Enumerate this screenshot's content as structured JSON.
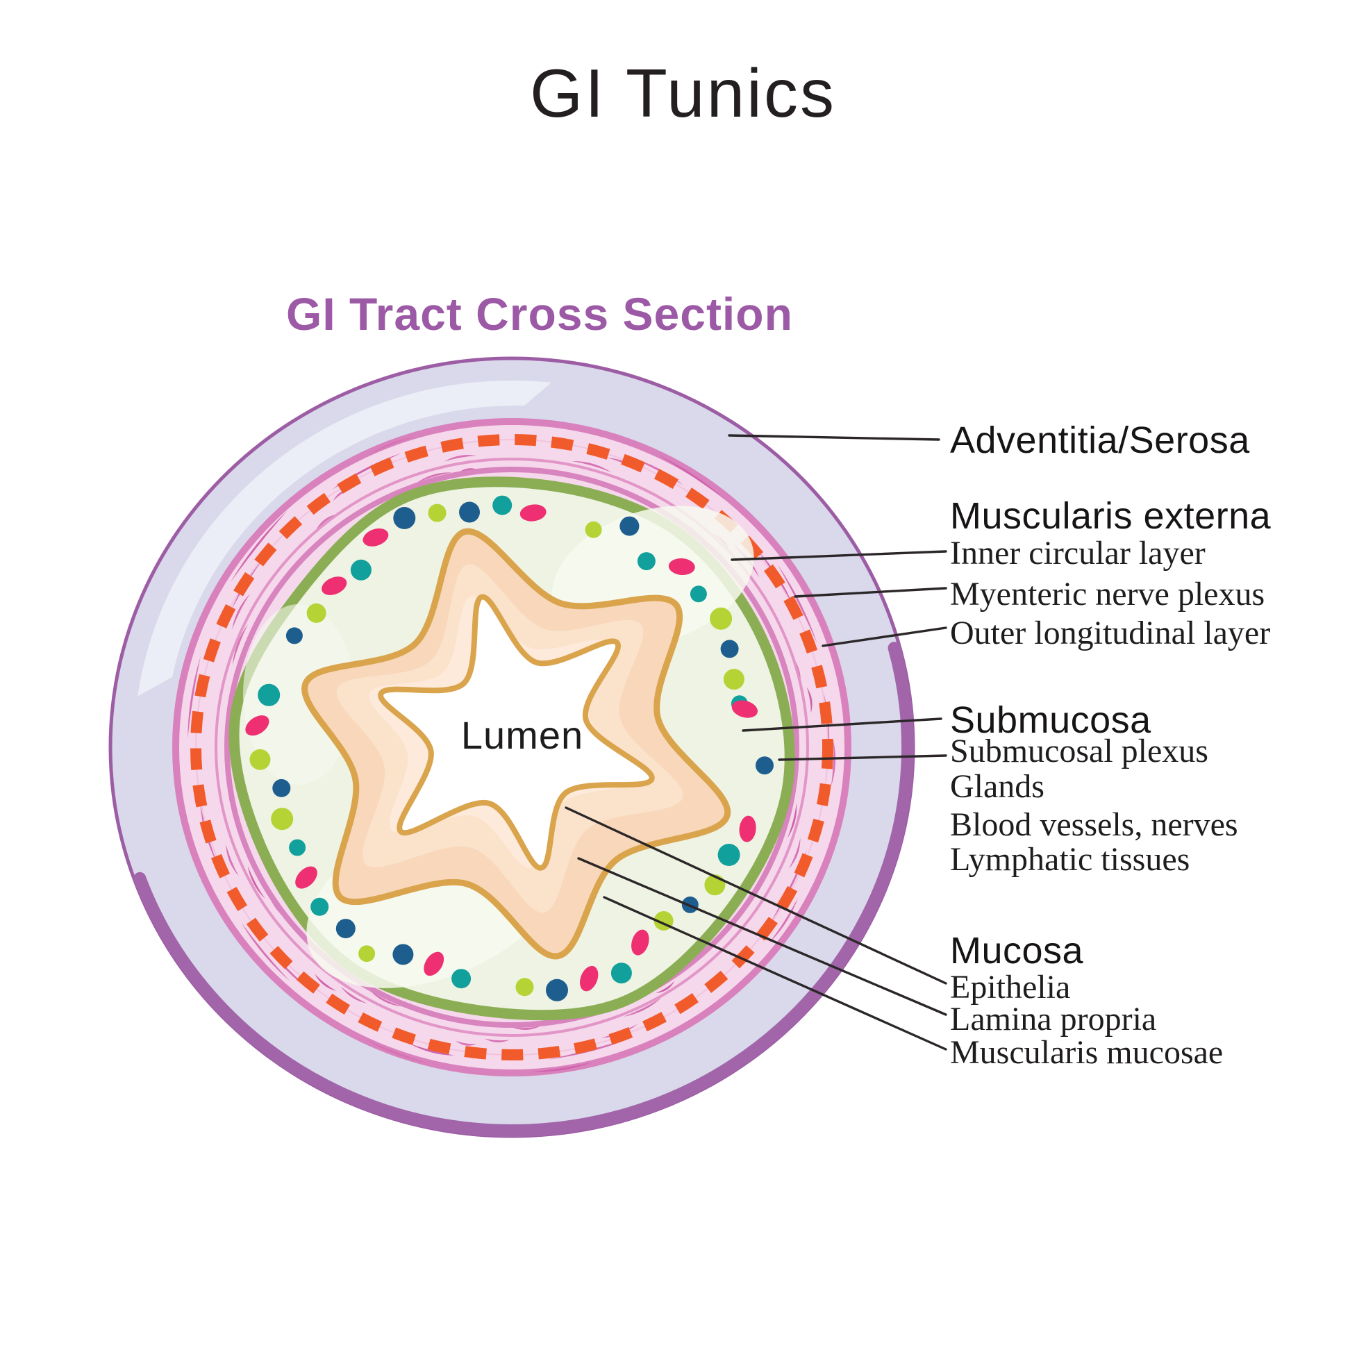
{
  "title": "GI Tunics",
  "subtitle": "GI Tract Cross Section",
  "lumen_label": "Lumen",
  "labels": {
    "adventitia": {
      "heading": "Adventitia/Serosa"
    },
    "muscularis_externa": {
      "heading": "Muscularis externa",
      "items": [
        "Inner circular layer",
        "Myenteric nerve plexus",
        "Outer longitudinal layer"
      ]
    },
    "submucosa": {
      "heading": "Submucosa",
      "items": [
        "Submucosal plexus",
        "Glands",
        "Blood vessels, nerves",
        "Lymphatic tissues"
      ]
    },
    "mucosa": {
      "heading": "Mucosa",
      "items": [
        "Epithelia",
        "Lamina propria",
        "Muscularis mucosae"
      ]
    }
  },
  "palette": {
    "title_text": "#231f20",
    "subtitle_purple": "#9c59a5",
    "label_text": "#1f1c1d",
    "leader_line": "#2b2728",
    "serosa_outline": "#9d5da5",
    "serosa_shadow": "#a365aa",
    "serosa_fill": "#d9d9eb",
    "serosa_highlight": "#edeff8",
    "muscularis_fill": "#f5d8eb",
    "muscularis_border": "#d981bd",
    "muscle_fiber": "#d572b3",
    "muscle_fiber_dark": "#cf63ab",
    "plexus_orange": "#f15b2b",
    "submucosa_ring_green": "#8bae54",
    "submucosa_fill": "#eef3e3",
    "submucosa_fill_light": "#f7f9f0",
    "dot_navy": "#1e5e8e",
    "dot_teal": "#11a09b",
    "dot_magenta": "#ee2f72",
    "dot_lime": "#b5d334",
    "mucosa_outline_tan": "#d9a44c",
    "mucosa_peach": "#f8d7ba",
    "mucosa_peach_mid": "#fbe2cb",
    "mucosa_peach_light": "#fdeadb",
    "lumen_fill": "#ffffff"
  }
}
